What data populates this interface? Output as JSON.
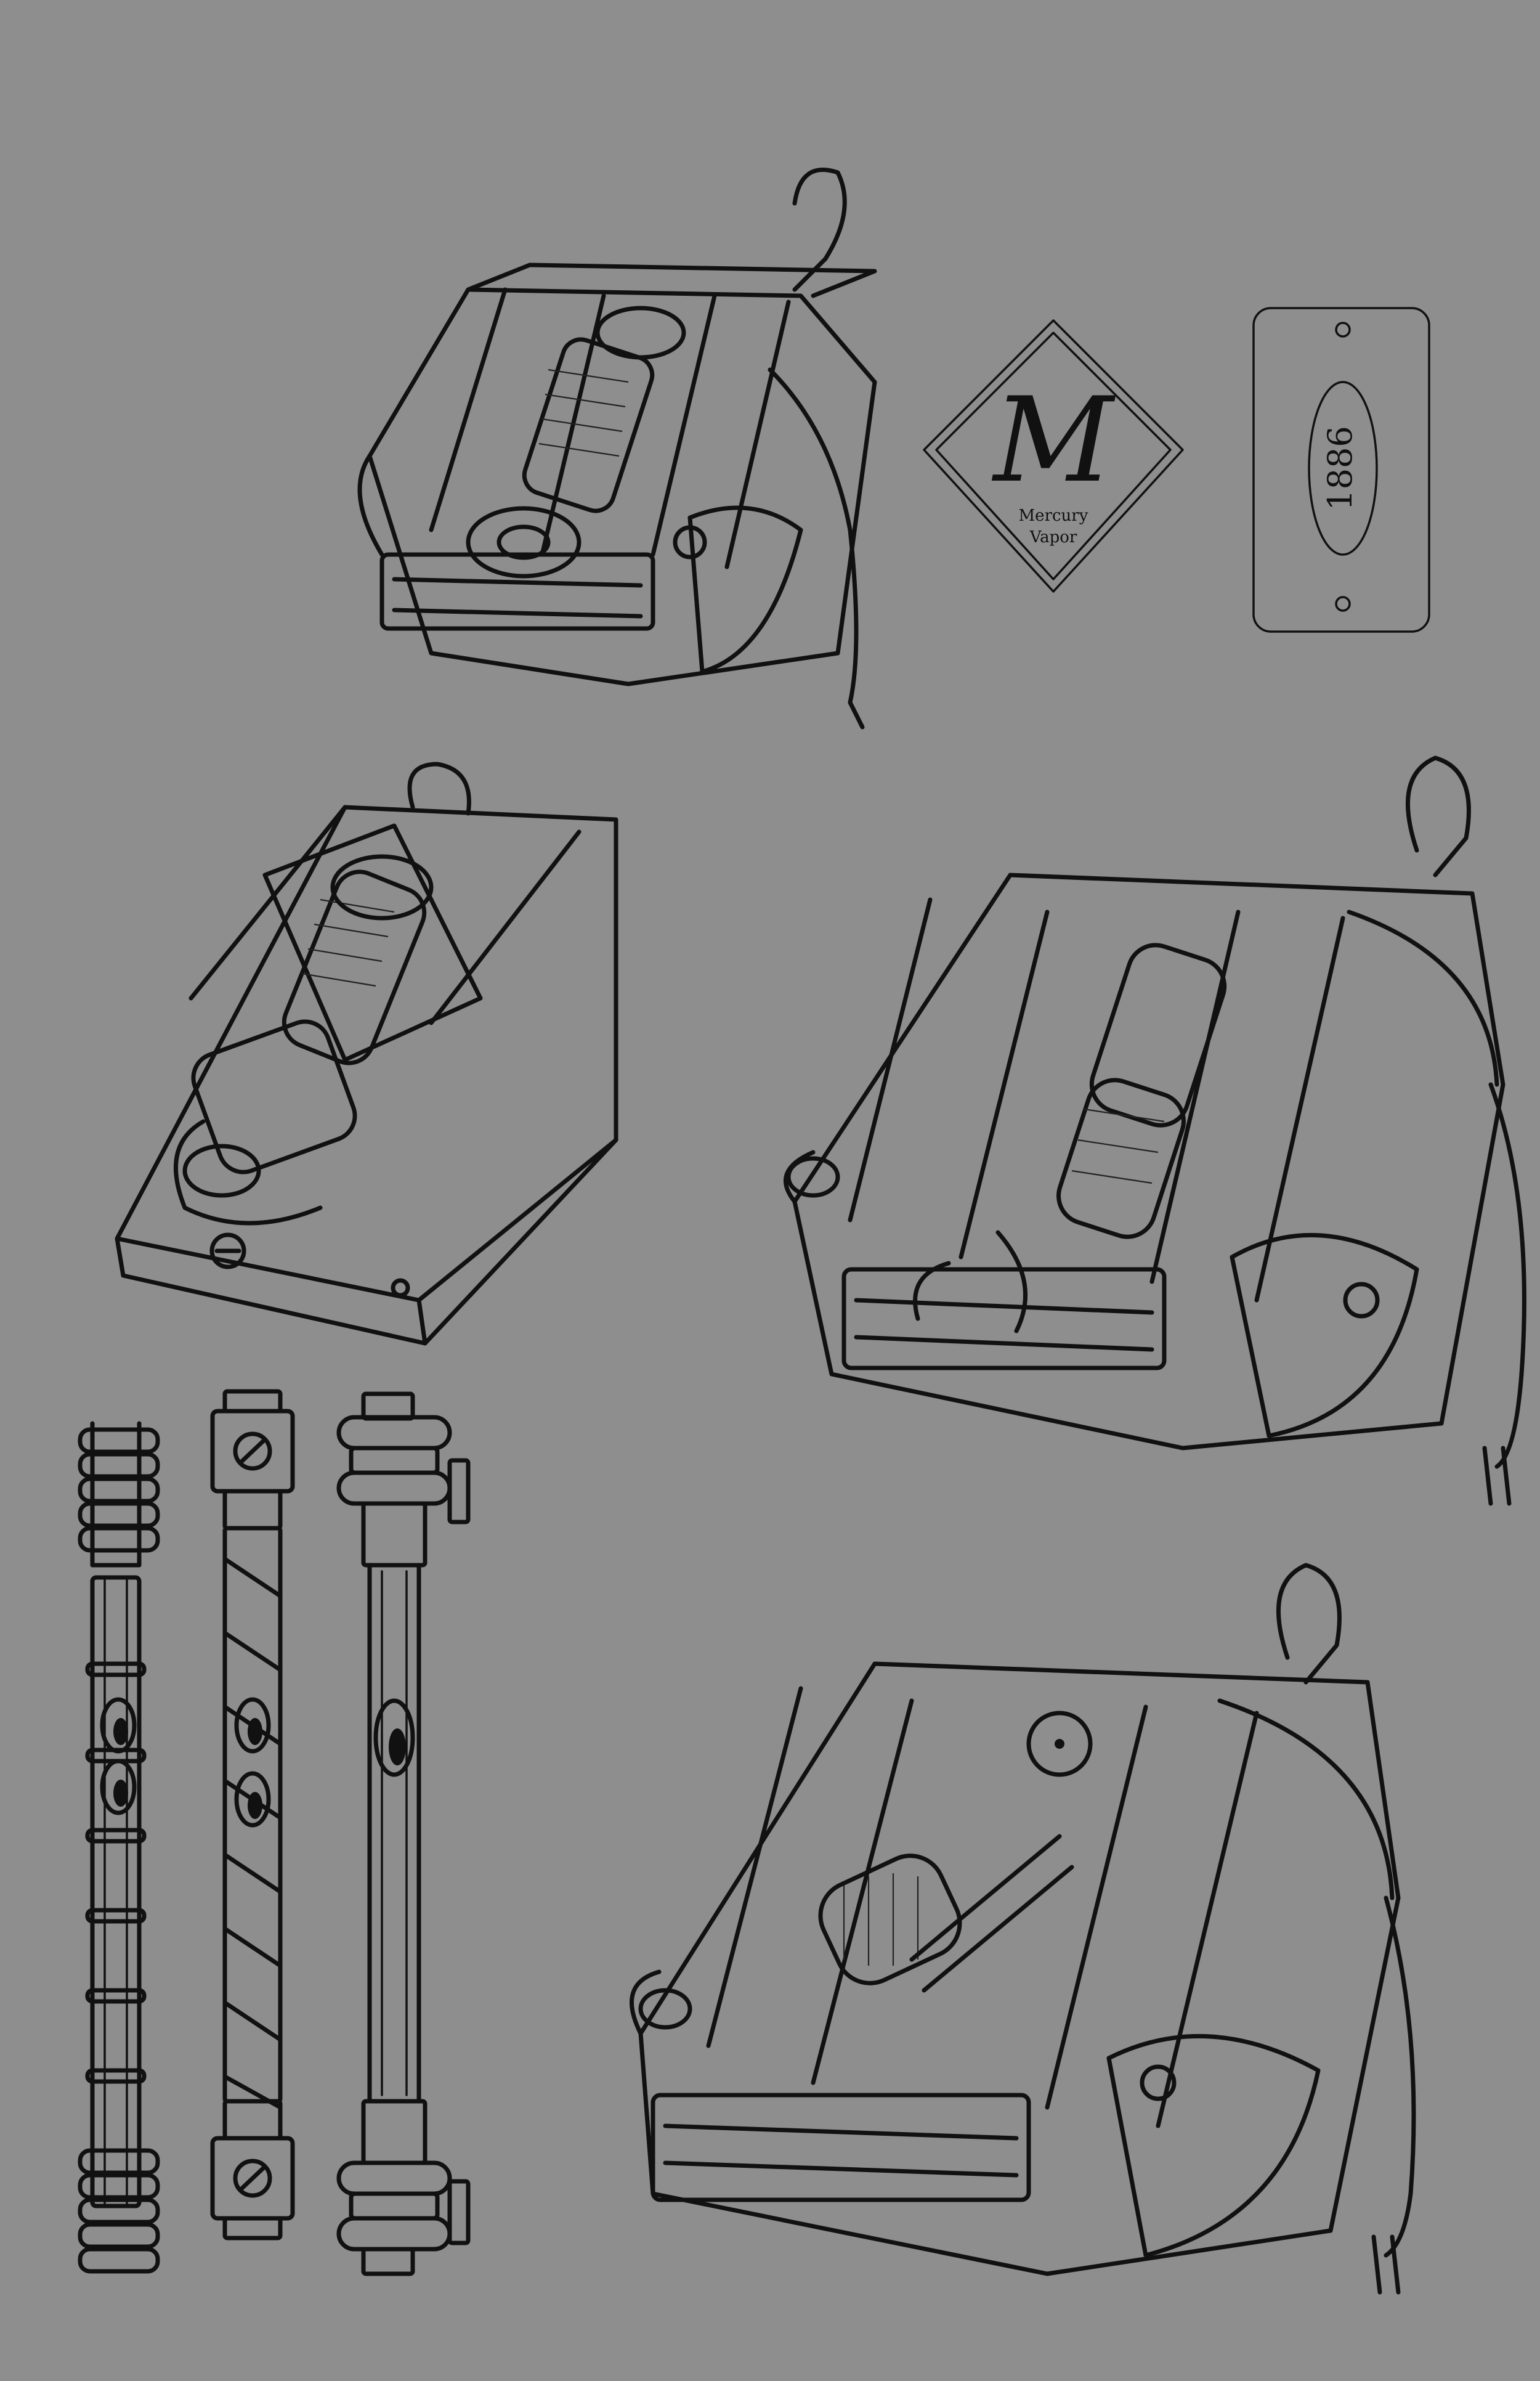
{
  "logo": {
    "monogram": "M",
    "line1": "Mercury",
    "line2": "Vapor"
  },
  "plate": {
    "year": "1886"
  },
  "colors": {
    "background": "#8e8e8e",
    "ink": "#111111"
  }
}
